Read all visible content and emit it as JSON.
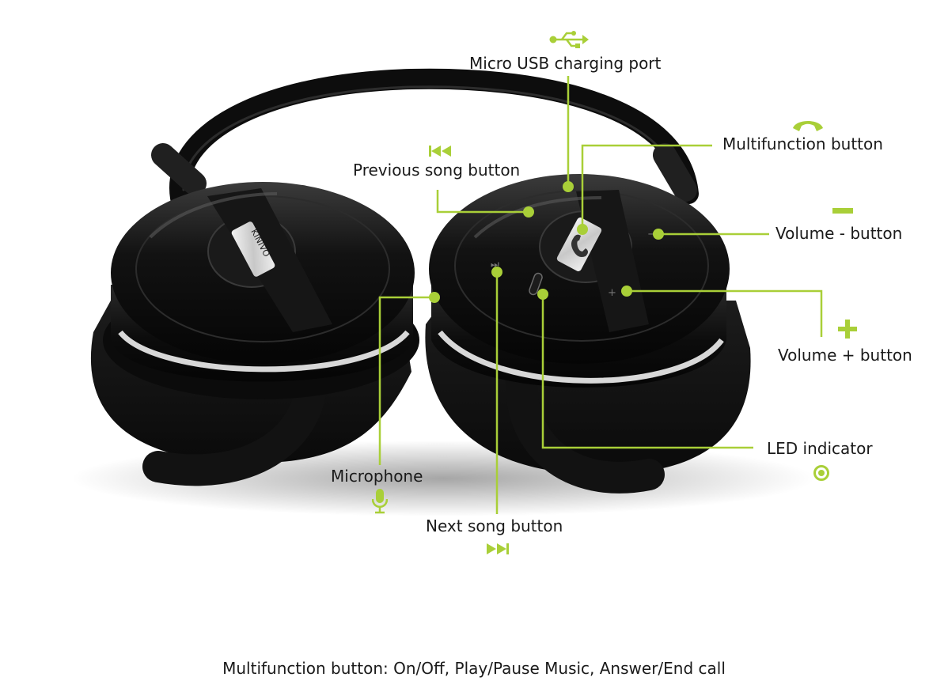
{
  "accent_color": "#a9cf38",
  "product": {
    "brand_logo": "KINIVO"
  },
  "labels": {
    "usb_port": "Micro USB charging port",
    "multifunction": "Multifunction button",
    "previous_song": "Previous song button",
    "volume_down": "Volume - button",
    "volume_up": "Volume + button",
    "led": "LED indicator",
    "microphone": "Microphone",
    "next_song": "Next song button"
  },
  "icons": {
    "usb_port": "usb-icon",
    "multifunction": "phone-handset-icon",
    "previous_song": "previous-track-icon",
    "volume_down": "minus-icon",
    "volume_up": "plus-icon",
    "led": "led-ring-icon",
    "microphone": "microphone-icon",
    "next_song": "next-track-icon"
  },
  "caption": "Multifunction button: On/Off, Play/Pause Music, Answer/End call"
}
